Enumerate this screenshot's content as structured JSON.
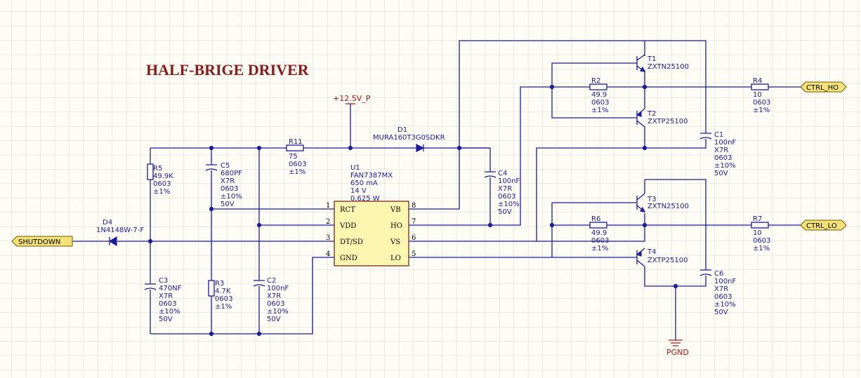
{
  "title": "HALF-BRIGE DRIVER",
  "colors": {
    "wire": "#1c1c9a",
    "title": "#8b1a1a",
    "port_fill": "#f3e27a",
    "ic_fill": "#fdf6b0",
    "background": "#fdfcf5",
    "grid": "#d9d9d4"
  },
  "power": {
    "vcc": "+12.5V_P",
    "gnd": "PGND"
  },
  "ports": {
    "shutdown": "SHUTDOWN",
    "ctrl_ho": "CTRL_HO",
    "ctrl_lo": "CTRL_LO"
  },
  "ic": {
    "ref": "U1",
    "part": "FAN7387MX",
    "current": "650 mA",
    "voltage": "14 V",
    "power": "0.625 W",
    "pins_left": [
      {
        "num": "1",
        "name": "RCT"
      },
      {
        "num": "2",
        "name": "VDD"
      },
      {
        "num": "3",
        "name": "DT/SD"
      },
      {
        "num": "4",
        "name": "GND"
      }
    ],
    "pins_right": [
      {
        "num": "8",
        "name": "VB"
      },
      {
        "num": "7",
        "name": "HO"
      },
      {
        "num": "6",
        "name": "VS"
      },
      {
        "num": "5",
        "name": "LO"
      }
    ]
  },
  "components": {
    "r11": {
      "ref": "R11",
      "val": "75",
      "pkg": "0603",
      "tol": "±1%"
    },
    "d1": {
      "ref": "D1",
      "part": "MURA160T3G0SDKR"
    },
    "r5": {
      "ref": "R5",
      "val": "49.9K",
      "pkg": "0603",
      "tol": "±1%"
    },
    "c5": {
      "ref": "C5",
      "val": "680PF",
      "diel": "X7R",
      "pkg": "0603",
      "tol": "±10%",
      "volt": "50V"
    },
    "c4": {
      "ref": "C4",
      "val": "100nF",
      "diel": "X7R",
      "pkg": "0603",
      "tol": "±10%",
      "volt": "50V"
    },
    "d4": {
      "ref": "D4",
      "part": "1N4148W-7-F"
    },
    "c3": {
      "ref": "C3",
      "val": "470NF",
      "diel": "X7R",
      "pkg": "0603",
      "tol": "±10%",
      "volt": "50V"
    },
    "r3": {
      "ref": "R3",
      "val": "4.7K",
      "pkg": "0603",
      "tol": "±1%"
    },
    "c2": {
      "ref": "C2",
      "val": "100nF",
      "diel": "X7R",
      "pkg": "0603",
      "tol": "±10%",
      "volt": "50V"
    },
    "t1": {
      "ref": "T1",
      "part": "ZXTN25100"
    },
    "t2": {
      "ref": "T2",
      "part": "ZXTP25100"
    },
    "t3": {
      "ref": "T3",
      "part": "ZXTN25100"
    },
    "t4": {
      "ref": "T4",
      "part": "ZXTP25100"
    },
    "r2": {
      "ref": "R2",
      "val": "49.9",
      "pkg": "0603",
      "tol": "±1%"
    },
    "r6": {
      "ref": "R6",
      "val": "49.9",
      "pkg": "0603",
      "tol": "±1%"
    },
    "c1": {
      "ref": "C1",
      "val": "100nF",
      "diel": "X7R",
      "pkg": "0603",
      "tol": "±10%",
      "volt": "50V"
    },
    "c6": {
      "ref": "C6",
      "val": "100nF",
      "diel": "X7R",
      "pkg": "0603",
      "tol": "±10%",
      "volt": "50V"
    },
    "r4": {
      "ref": "R4",
      "val": "10",
      "pkg": "0603",
      "tol": "±1%"
    },
    "r7": {
      "ref": "R7",
      "val": "10",
      "pkg": "0603",
      "tol": "±1%"
    }
  }
}
